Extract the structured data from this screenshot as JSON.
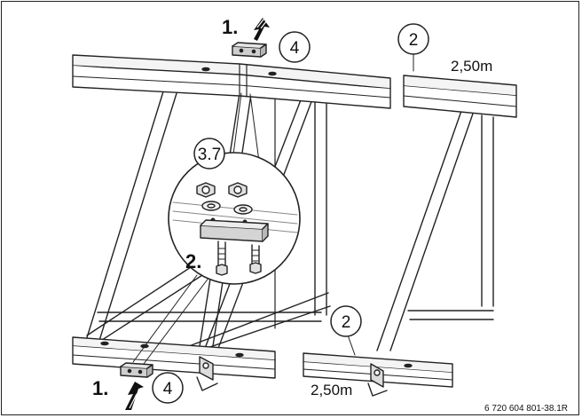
{
  "figure": {
    "code": "6 720 604 801-38.1R",
    "stroke_color": "#222222",
    "fill_color": "#f0f0f0"
  },
  "callouts": {
    "part_clamp_top": "4",
    "part_clamp_bottom": "4",
    "part_rail_top": "2",
    "part_rail_bottom": "2",
    "detail_ref": "3.7"
  },
  "steps": {
    "step1_top": "1.",
    "step1_bottom": "1.",
    "step2": "2."
  },
  "dimensions": {
    "rail_top": "2,50m",
    "rail_bottom": "2,50m"
  }
}
